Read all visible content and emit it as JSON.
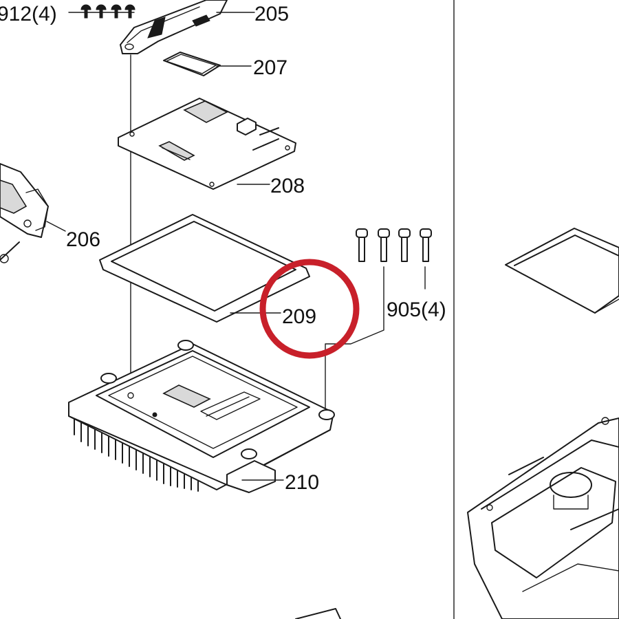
{
  "labels": {
    "part_912": "912(4)",
    "part_205": "205",
    "part_207": "207",
    "part_208": "208",
    "part_206": "206",
    "part_209": "209",
    "part_905": "905(4)",
    "part_210": "210"
  },
  "colors": {
    "line": "#1a1a1a",
    "highlight_circle": "#c8202a",
    "background": "#ffffff"
  },
  "highlighted_part": "209"
}
